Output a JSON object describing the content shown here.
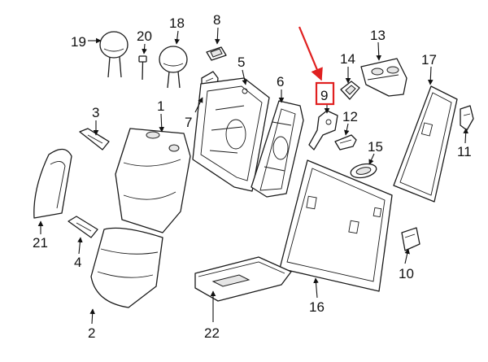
{
  "diagram": {
    "callouts": {
      "c1": "1",
      "c2": "2",
      "c3": "3",
      "c4": "4",
      "c5": "5",
      "c6": "6",
      "c7": "7",
      "c8": "8",
      "c9": "9",
      "c10": "10",
      "c11": "11",
      "c12": "12",
      "c13": "13",
      "c14": "14",
      "c15": "15",
      "c16": "16",
      "c17": "17",
      "c18": "18",
      "c19": "19",
      "c20": "20",
      "c21": "21",
      "c22": "22"
    },
    "highlight": {
      "part": "9",
      "color": "#e02020"
    },
    "colors": {
      "line": "#1a1a1a",
      "background": "#ffffff"
    }
  }
}
